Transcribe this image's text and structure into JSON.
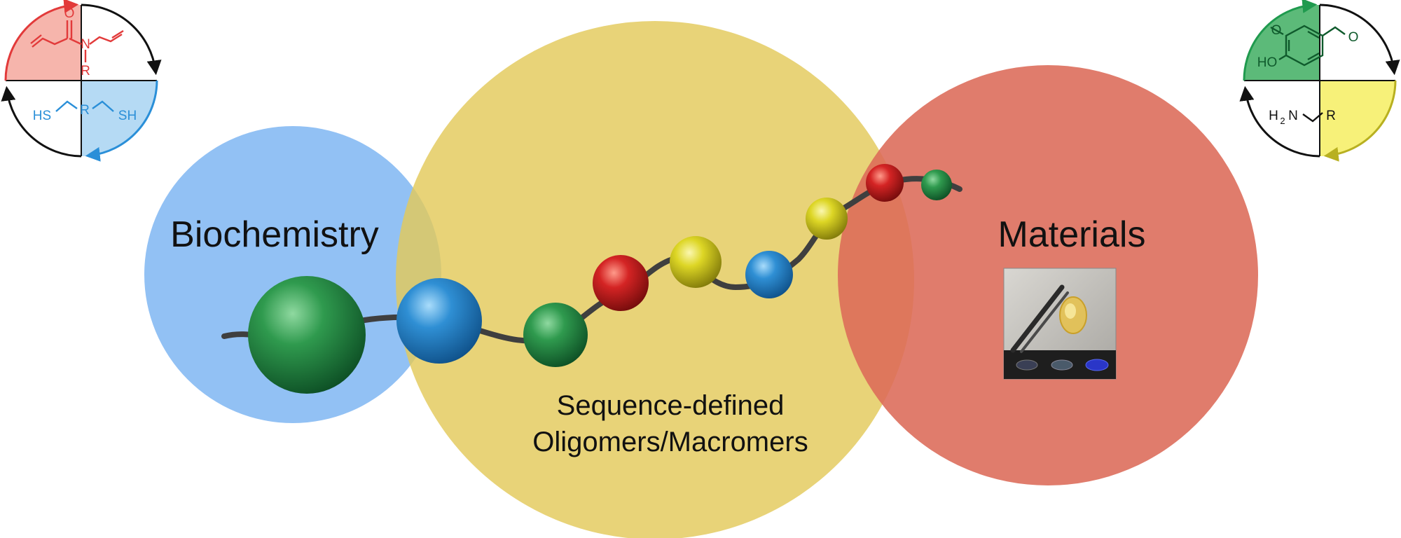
{
  "labels": {
    "biochemistry": "Biochemistry",
    "materials": "Materials",
    "oligomers_line1": "Sequence-defined",
    "oligomers_line2": "Oligomers/Macromers"
  },
  "left_cycle": {
    "top_n": "N",
    "top_r": "R",
    "top_o": "O",
    "bottom_hs": "HS",
    "bottom_r": "R",
    "bottom_sh": "SH"
  },
  "right_cycle": {
    "top_o": "O",
    "top_ho": "HO",
    "top_ald_o": "O",
    "bottom_h2n": "H",
    "bottom_sub": "2",
    "bottom_n": "N",
    "bottom_r": "R"
  },
  "colors": {
    "biochem_circle": "#7fb6f2",
    "oligomer_circle": "#e3c95a",
    "materials_circle": "#dc6a58",
    "bead_green": "#1f7a3a",
    "bead_blue": "#2a7fc4",
    "bead_red": "#c81e1e",
    "bead_yellow": "#d8d11a",
    "chain": "#3f3f3f",
    "cycle_red": "#e23a3a",
    "cycle_blue": "#2a8fd8",
    "cycle_green": "#1f9a4e",
    "cycle_yellow": "#f2ea4a"
  }
}
